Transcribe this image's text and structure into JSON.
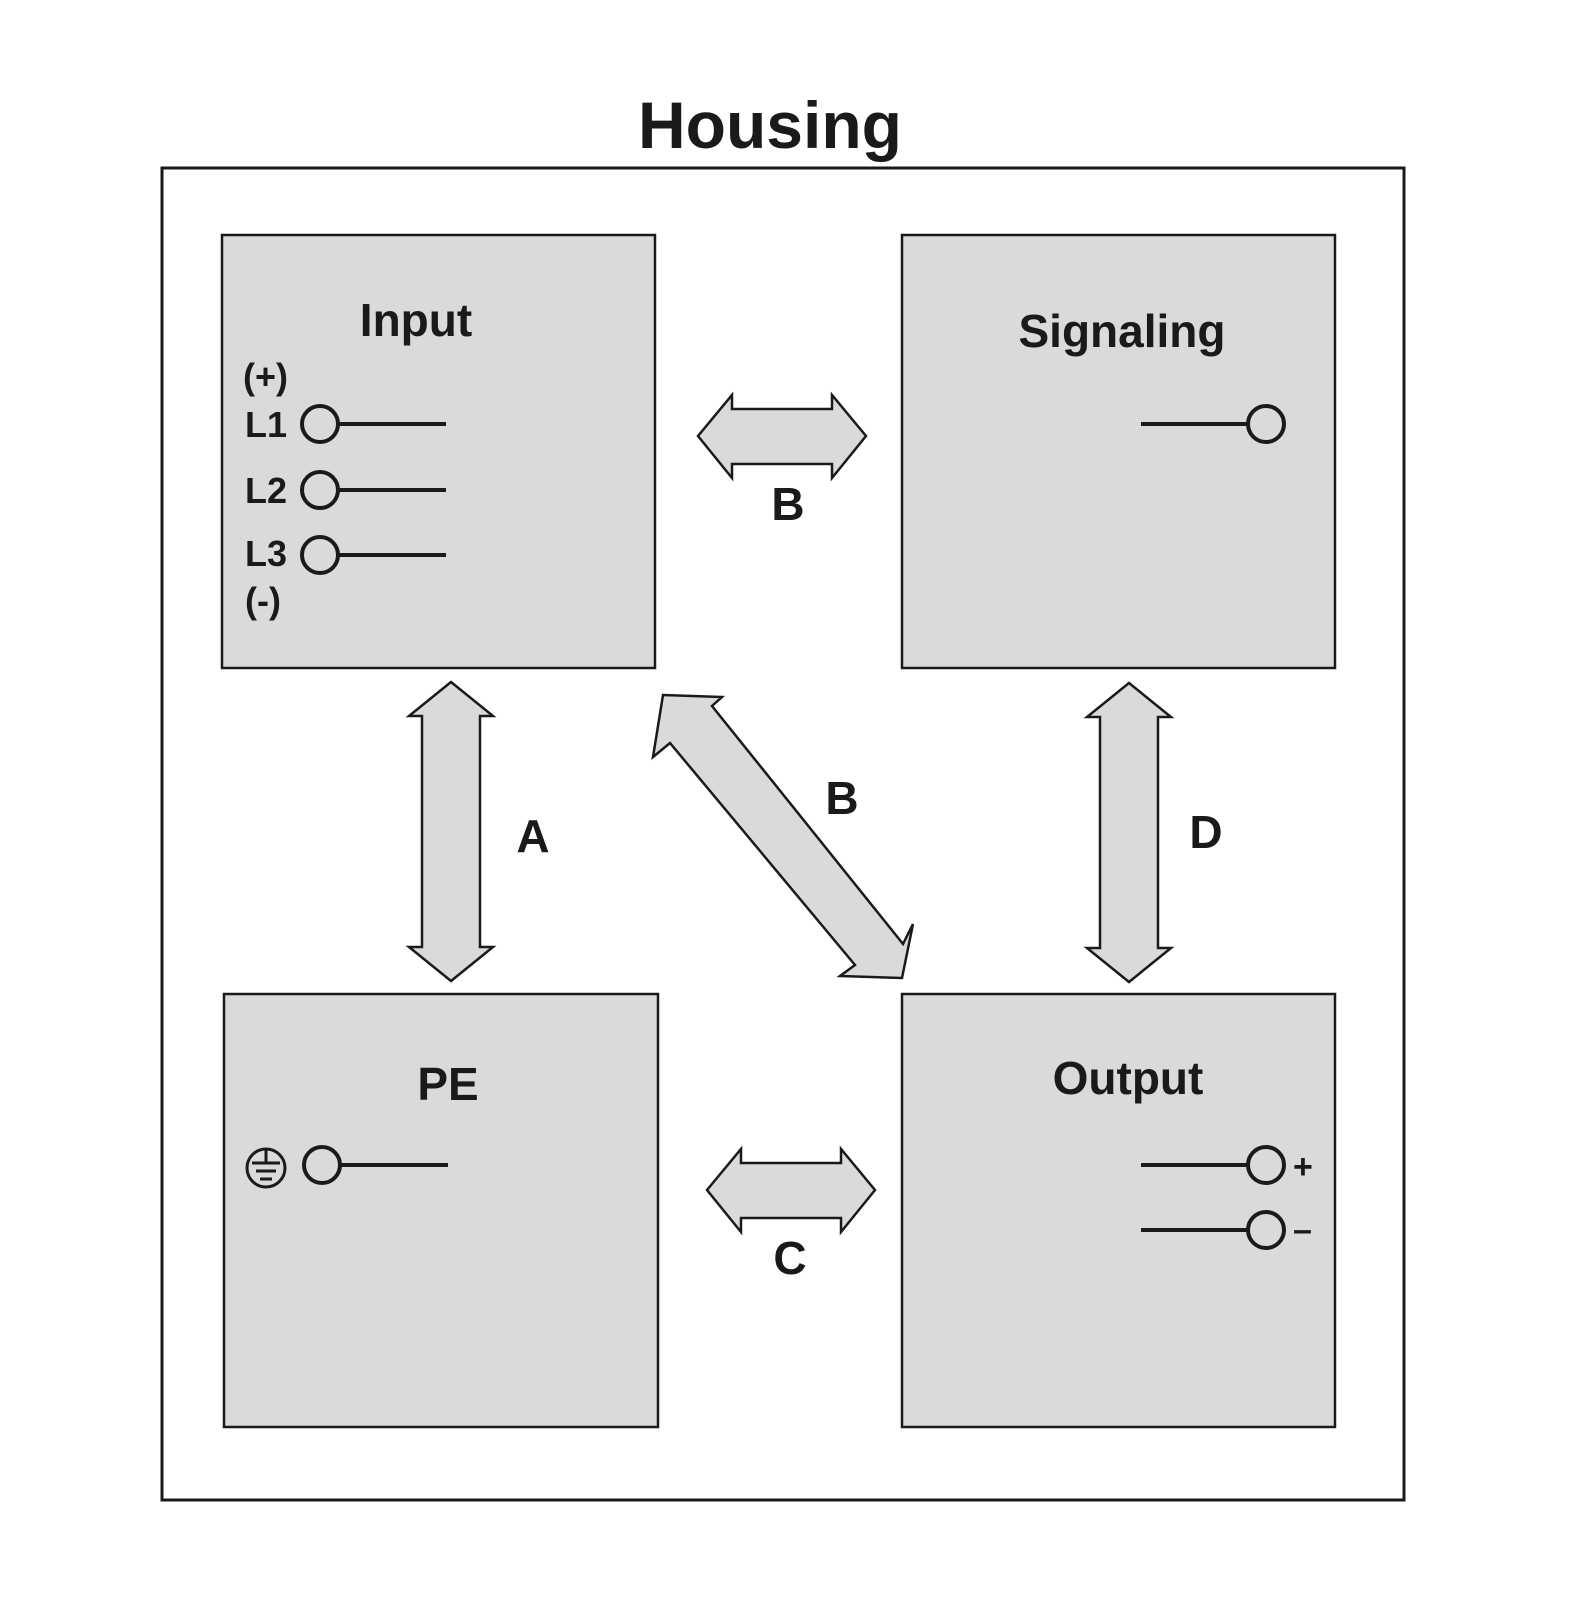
{
  "housing": {
    "title": "Housing"
  },
  "blocks": {
    "input": {
      "title": "Input",
      "plus_label": "(+)",
      "minus_label": "(-)",
      "terminals": [
        "L1",
        "L2",
        "L3"
      ]
    },
    "signaling": {
      "title": "Signaling"
    },
    "pe": {
      "title": "PE",
      "symbol": "ground-icon"
    },
    "output": {
      "title": "Output",
      "terminals": [
        "+",
        "–"
      ]
    }
  },
  "connections": {
    "input_signaling": "B",
    "input_output": "B",
    "input_pe": "A",
    "pe_output": "C",
    "signaling_output": "D"
  },
  "colors": {
    "block_fill": "#d9dadb",
    "line": "#1a1a1a",
    "background": "#ffffff"
  }
}
